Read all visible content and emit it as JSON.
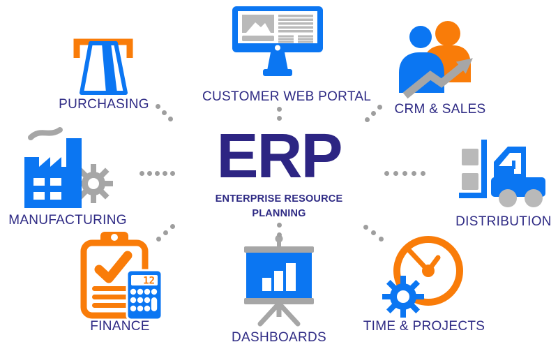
{
  "colors": {
    "blue": "#0b76f2",
    "orange": "#f97c09",
    "gray": "#a6a6a6",
    "graylight": "#b9b9b9",
    "dot": "#9e9e9e",
    "label": "#2e2a84",
    "title": "#2d2583"
  },
  "center": {
    "title": "ERP",
    "subtitle": "ENTERPRISE RESOURCE PLANNING"
  },
  "modules": [
    {
      "id": "purchasing",
      "label": "PURCHASING",
      "icon": "card-slot-icon"
    },
    {
      "id": "customer-web-portal",
      "label": "CUSTOMER WEB PORTAL",
      "icon": "monitor-icon"
    },
    {
      "id": "crm-sales",
      "label": "CRM & SALES",
      "icon": "people-growth-arrow-icon"
    },
    {
      "id": "manufacturing",
      "label": "MANUFACTURING",
      "icon": "factory-gear-icon"
    },
    {
      "id": "distribution",
      "label": "DISTRIBUTION",
      "icon": "forklift-icon"
    },
    {
      "id": "finance",
      "label": "FINANCE",
      "icon": "clipboard-calculator-icon",
      "calculator_display": "12"
    },
    {
      "id": "dashboards",
      "label": "DASHBOARDS",
      "icon": "presentation-chart-icon"
    },
    {
      "id": "time-projects",
      "label": "TIME & PROJECTS",
      "icon": "clock-gear-icon"
    }
  ]
}
